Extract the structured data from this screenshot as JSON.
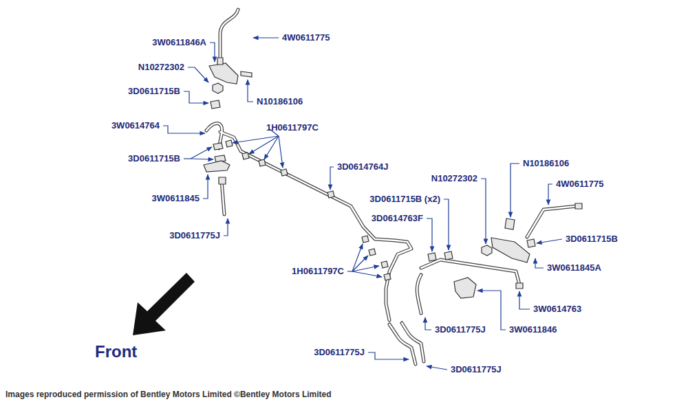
{
  "diagram": {
    "caption": "Images reproduced permission of Bentley Motors Limited ©Bentley Motors Limited",
    "labels": [
      "3W0611846A",
      "4W0611775",
      "N10272302",
      "3D0611715B",
      "N10186106",
      "3W0614764",
      "1H0611797C",
      "3D0611715B",
      "3D0614764J",
      "N10186106",
      "N10272302",
      "4W0611775",
      "3W0611845",
      "3D0611715B (x2)",
      "3D0614763F",
      "3D0611775J",
      "3D0611715B",
      "1H0611797C",
      "3W0611845A",
      "3W0614763",
      "3D0611775J",
      "3W0611846",
      "3D0611775J",
      "3D0611775J",
      "Front"
    ]
  }
}
